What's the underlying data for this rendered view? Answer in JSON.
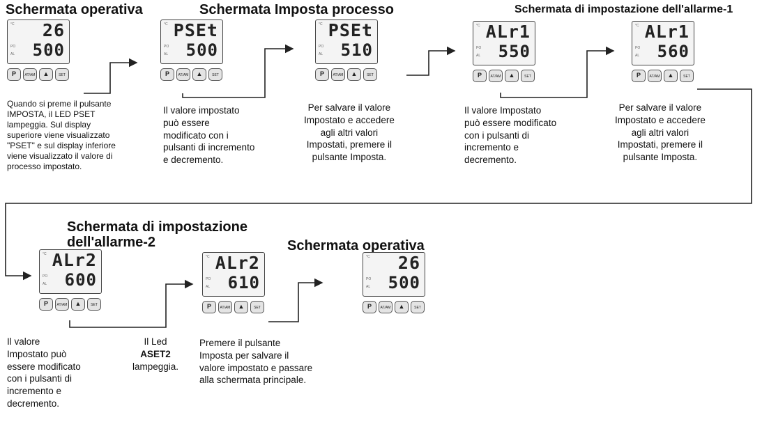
{
  "titles": {
    "op1": "Schermata operativa",
    "pset": "Schermata Imposta processo",
    "alarm1": "Schermata di impostazione dell'allarme-1",
    "alarm2_line1": "Schermata di impostazione",
    "alarm2_line2": "dell'allarme-2",
    "op2": "Schermata operativa"
  },
  "buttons": {
    "p": "P",
    "atam": "AT/AM",
    "set": "SET"
  },
  "displays": [
    {
      "top": "26",
      "bottom": "500"
    },
    {
      "top": "PSEt",
      "bottom": "500"
    },
    {
      "top": "PSEt",
      "bottom": "510"
    },
    {
      "top": "ALr1",
      "bottom": "550"
    },
    {
      "top": "ALr1",
      "bottom": "560"
    },
    {
      "top": "ALr2",
      "bottom": "600"
    },
    {
      "top": "ALr2",
      "bottom": "610"
    },
    {
      "top": "26",
      "bottom": "500"
    }
  ],
  "captions": {
    "c1": [
      "Quando si preme il pulsante",
      "IMPOSTA, il LED PSET",
      "lampeggia. Sul display",
      "superiore viene visualizzato",
      "\"PSET\" e sul display inferiore",
      "viene visualizzato il valore di",
      "processo impostato."
    ],
    "c2": [
      "Il valore impostato",
      "può essere",
      "modificato con i",
      "pulsanti di incremento",
      "e decremento."
    ],
    "c3": [
      "Per salvare il valore",
      "Impostato e accedere",
      "agli altri valori",
      "Impostati, premere il",
      "pulsante Imposta."
    ],
    "c4": [
      "Il valore Impostato",
      "può essere modificato",
      "con i pulsanti di",
      "incremento e",
      "decremento."
    ],
    "c5": [
      "Per salvare il valore",
      "Impostato e accedere",
      "agli altri valori",
      "Impostati, premere il",
      "pulsante Imposta."
    ],
    "c6": [
      "Il valore",
      "Impostato può",
      "essere modificato",
      "con i pulsanti di",
      "incremento e",
      "decremento."
    ],
    "c7": [
      "Il Led",
      "ASET2",
      "lampeggia."
    ],
    "c8": [
      "Premere il pulsante",
      "Imposta per salvare il",
      "valore impostato e passare",
      "alla schermata principale."
    ]
  }
}
